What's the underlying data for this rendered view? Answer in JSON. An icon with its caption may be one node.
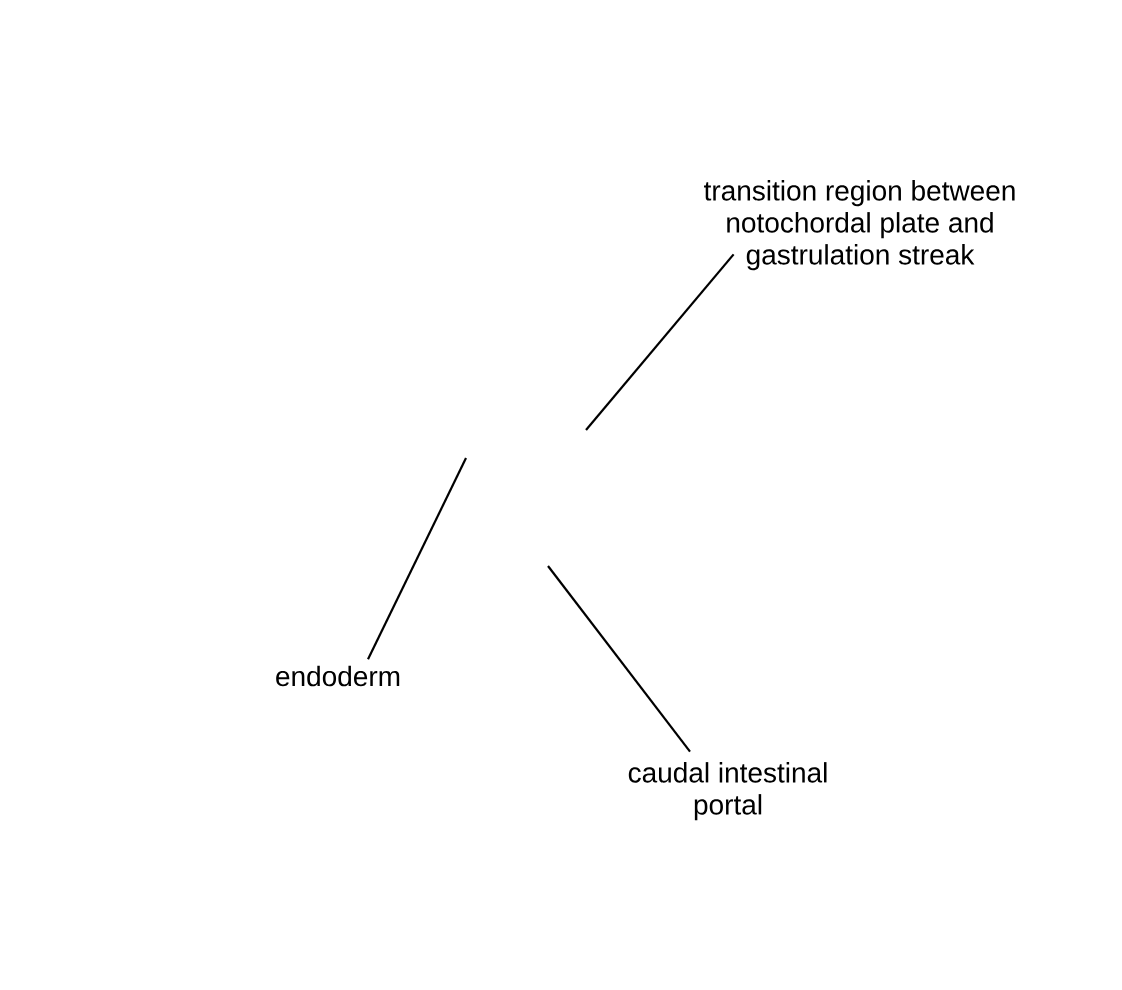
{
  "diagram": {
    "nodes": [
      {
        "text": [
          "transition region between notochordal plate and gastrulation streak"
        ]
      },
      {
        "text": [
          "endoderm"
        ]
      },
      {
        "text": [
          "caudal intestinal portal"
        ]
      }
    ],
    "edges": [
      {
        "from": 0,
        "to": null,
        "arrow": "none"
      },
      {
        "from": 1,
        "to": null,
        "arrow": "none"
      },
      {
        "from": 2,
        "to": null,
        "arrow": "none"
      }
    ]
  }
}
